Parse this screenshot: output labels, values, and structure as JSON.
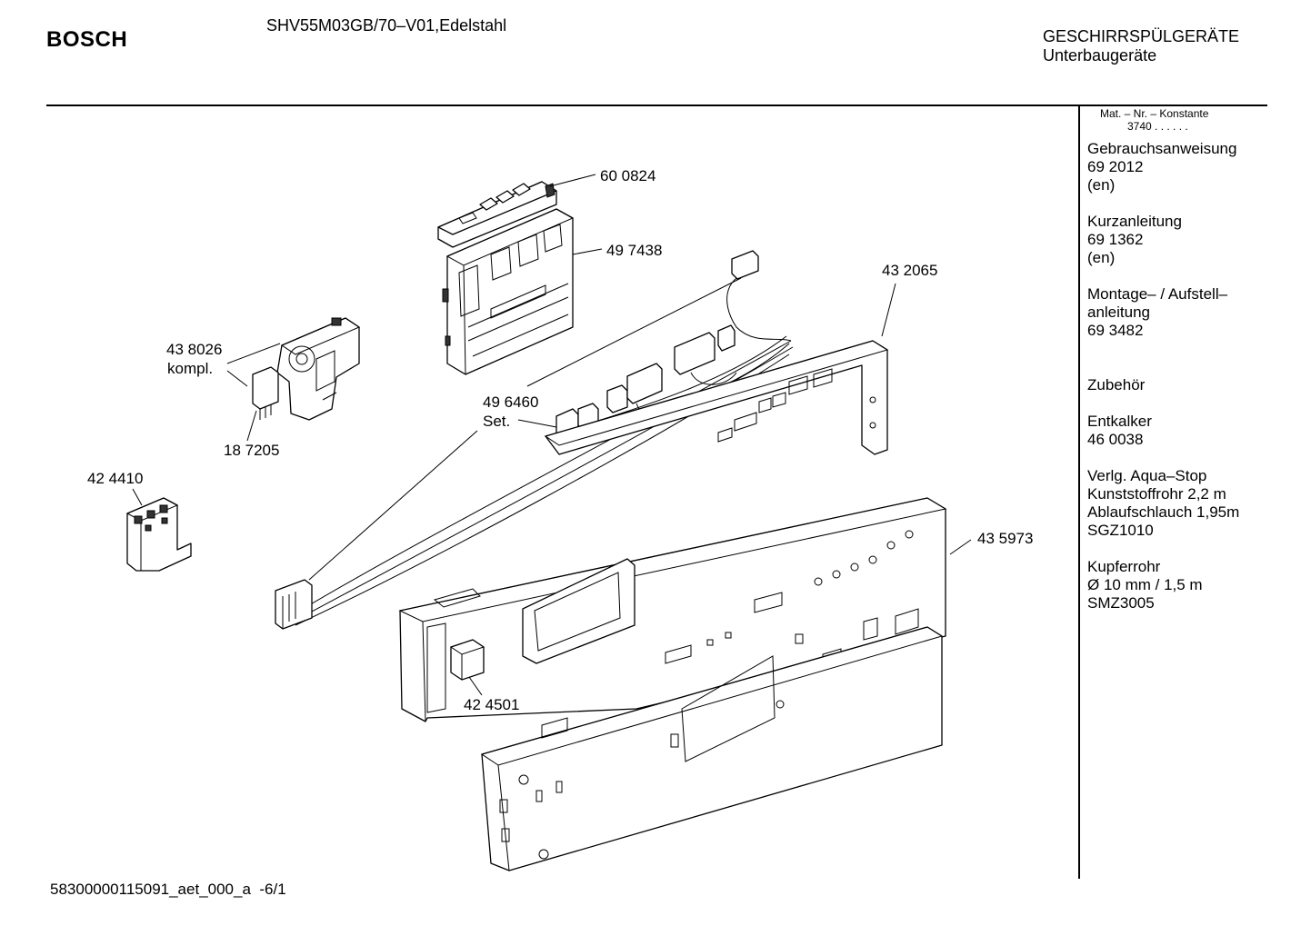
{
  "header": {
    "brand": "BOSCH",
    "model": "SHV55M03GB/70–V01,Edelstahl",
    "category_title": "GESCHIRRSPÜLGERÄTE",
    "category_sub": "Unterbaugeräte"
  },
  "sidebar": {
    "header_label": "Mat. – Nr. – Konstante",
    "header_value": "3740 .  .  .  .  .  .",
    "blocks": [
      {
        "lines": [
          "Gebrauchsanweisung",
          "69 2012",
          "(en)"
        ]
      },
      {
        "lines": [
          "Kurzanleitung",
          "69 1362",
          "(en)"
        ]
      },
      {
        "lines": [
          "Montage– / Aufstell–",
          "anleitung",
          "69 3482"
        ]
      },
      {
        "lines": [
          "Zubehör"
        ]
      },
      {
        "lines": [
          "Entkalker",
          "46 0038"
        ]
      },
      {
        "lines": [
          "Verlg. Aqua–Stop",
          "Kunststoffrohr 2,2 m",
          "Ablaufschlauch 1,95m",
          "SGZ1010"
        ]
      },
      {
        "lines": [
          "Kupferrohr",
          "Ø 10 mm / 1,5 m",
          "SMZ3005"
        ]
      }
    ]
  },
  "parts": [
    {
      "id": "p600824",
      "label": "60 0824"
    },
    {
      "id": "p497438",
      "label": "49 7438"
    },
    {
      "id": "p432065",
      "label": "43 2065"
    },
    {
      "id": "p438026",
      "label": "43 8026"
    },
    {
      "id": "p438026b",
      "label": "kompl."
    },
    {
      "id": "p496460",
      "label": "49 6460"
    },
    {
      "id": "p496460b",
      "label": "Set."
    },
    {
      "id": "p187205",
      "label": "18 7205"
    },
    {
      "id": "p424410",
      "label": "42 4410"
    },
    {
      "id": "p435973",
      "label": "43 5973"
    },
    {
      "id": "p424501",
      "label": "42 4501"
    }
  ],
  "footer": {
    "doc_id": "58300000115091_aet_000_a",
    "page": "-6/1"
  }
}
